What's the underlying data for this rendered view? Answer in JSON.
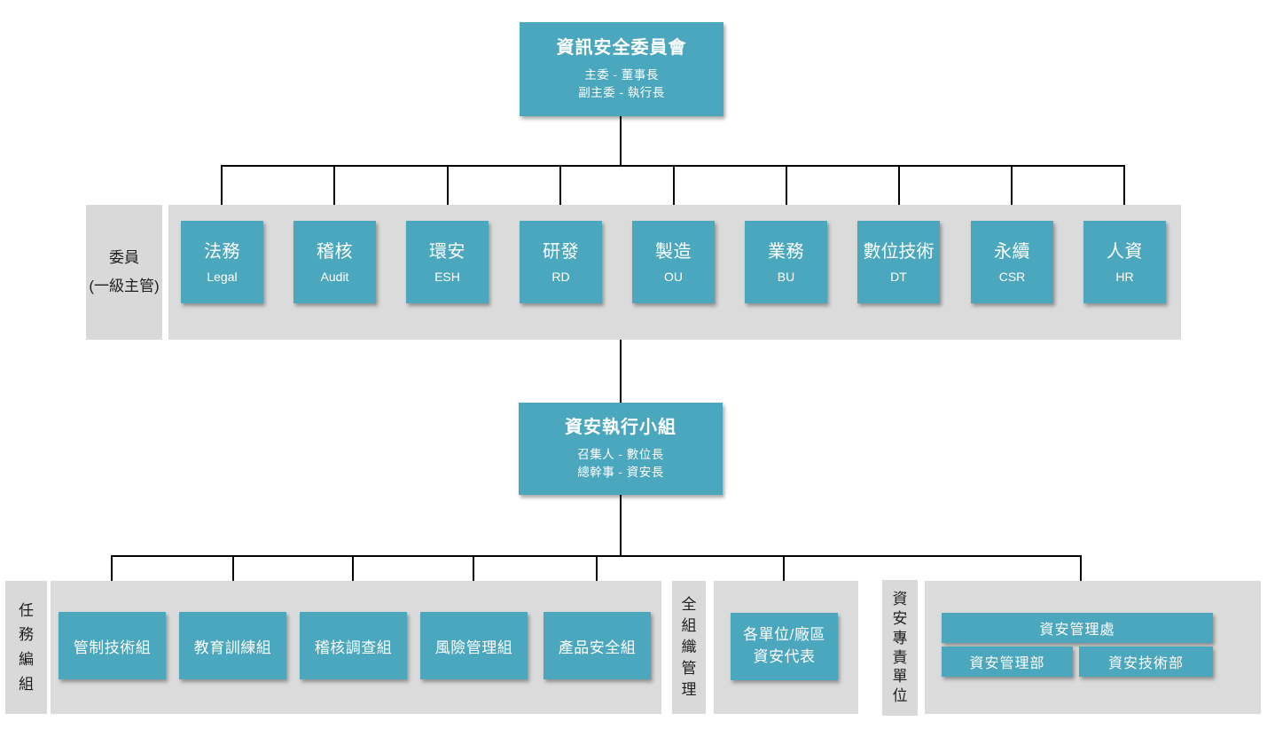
{
  "colors": {
    "box_teal": "#4BA7BD",
    "band_gray": "#DBDBDB",
    "label_gray": "#D9D9D9",
    "connector": "#000000",
    "text_on_teal": "#FFFFFF",
    "text_dark": "#1F1F1F"
  },
  "committee": {
    "title": "資訊安全委員會",
    "sub1": "主委 - 董事長",
    "sub2": "副主委 - 執行長",
    "row_label": "委員\n(一級主管)",
    "members": [
      {
        "zh": "法務",
        "en": "Legal"
      },
      {
        "zh": "稽核",
        "en": "Audit"
      },
      {
        "zh": "環安",
        "en": "ESH"
      },
      {
        "zh": "研發",
        "en": "RD"
      },
      {
        "zh": "製造",
        "en": "OU"
      },
      {
        "zh": "業務",
        "en": "BU"
      },
      {
        "zh": "數位技術",
        "en": "DT"
      },
      {
        "zh": "永續",
        "en": "CSR"
      },
      {
        "zh": "人資",
        "en": "HR"
      }
    ]
  },
  "execution_team": {
    "title": "資安執行小組",
    "sub1": "召集人 - 數位長",
    "sub2": "總幹事 - 資安長"
  },
  "task_groups": {
    "section_label": "任\n務\n編\n組",
    "groups": [
      "管制技術組",
      "教育訓練組",
      "稽核調查組",
      "風險管理組",
      "產品安全組"
    ]
  },
  "org_wide": {
    "section_label": "全\n組\n織\n管\n理",
    "box": "各單位/廠區\n資安代表"
  },
  "dedicated_unit": {
    "section_label": "資\n安\n專\n責\n單\n位",
    "division": "資安管理處",
    "departments": [
      "資安管理部",
      "資安技術部"
    ]
  }
}
